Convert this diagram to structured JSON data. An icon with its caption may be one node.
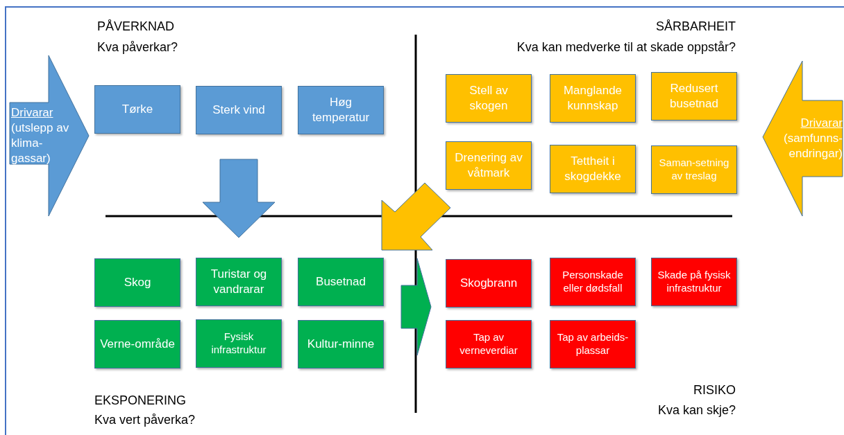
{
  "diagram": {
    "nodes": [
      {
        "text": [
          "Drivarar",
          "(utslepp av klima-gassar)"
        ]
      },
      {
        "text": [
          "Tørke"
        ]
      },
      {
        "text": [
          "Sterk vind"
        ]
      },
      {
        "text": [
          "Høg temperatur"
        ]
      },
      {
        "text": [
          "Stell av skogen"
        ]
      },
      {
        "text": [
          "Manglande kunnskap"
        ]
      },
      {
        "text": [
          "Redusert busetnad"
        ]
      },
      {
        "text": [
          "Drenering av våtmark"
        ]
      },
      {
        "text": [
          "Tettheit i skogdekke"
        ]
      },
      {
        "text": [
          "Saman-setning av treslag"
        ]
      },
      {
        "text": [
          "Drivarar",
          "(samfunns-endringar)"
        ]
      },
      {
        "text": [
          "Skog"
        ]
      },
      {
        "text": [
          "Turistar og vandrarar"
        ]
      },
      {
        "text": [
          "Busetnad"
        ]
      },
      {
        "text": [
          "Verne-område"
        ]
      },
      {
        "text": [
          "Fysisk infrastruktur"
        ]
      },
      {
        "text": [
          "Kultur-minne"
        ]
      },
      {
        "text": [
          "Skogbrann"
        ]
      },
      {
        "text": [
          "Personskade eller dødsfall"
        ]
      },
      {
        "text": [
          "Skade på fysisk infrastruktur"
        ]
      },
      {
        "text": [
          "Tap av verneverdiar"
        ]
      },
      {
        "text": [
          "Tap av arbeids-plassar"
        ]
      }
    ],
    "edges": [
      {
        "from": 2,
        "to": 12,
        "arrow": "to",
        "style": "thick"
      },
      {
        "from": 13,
        "to": 17,
        "arrow": "to",
        "style": "thick"
      }
    ],
    "labels": [
      "PÅVERKNAD",
      "Kva påverkar?",
      "SÅRBARHEIT",
      "Kva kan medverke til at skade oppstår?",
      "EKSPONERING",
      "Kva vert påverka?",
      "RISIKO",
      "Kva kan skje?"
    ]
  }
}
